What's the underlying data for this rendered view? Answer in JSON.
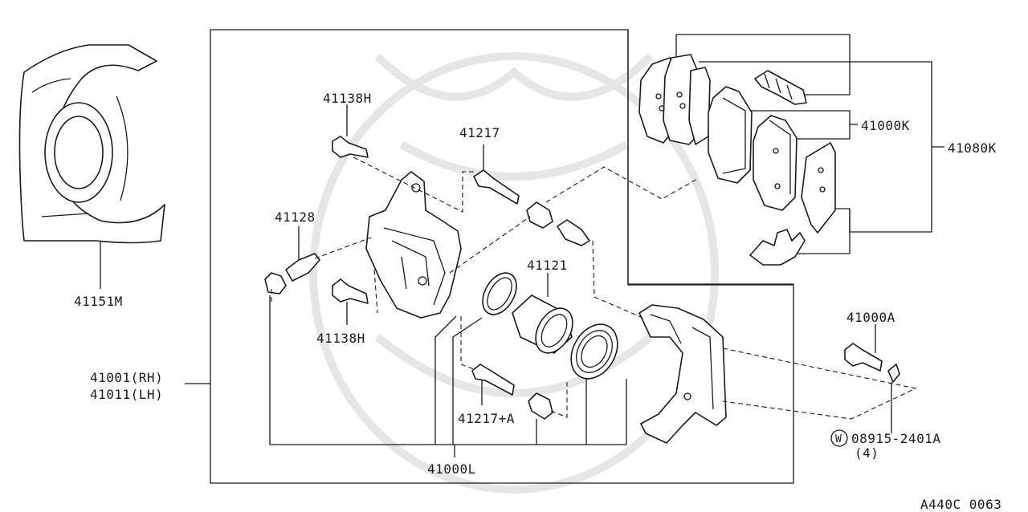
{
  "diagram_code": "A440C 0063",
  "labels": {
    "p41138H_top": "41138H",
    "p41217": "41217",
    "p41128": "41128",
    "p41121": "41121",
    "p41138H_bottom": "41138H",
    "p41217A": "41217+A",
    "p41000L": "41000L",
    "p41151M": "41151M",
    "p41001RH": "41001(RH)",
    "p41011LH": "41011(LH)",
    "p41000K": "41000K",
    "p41080K": "41080K",
    "p41000A": "41000A",
    "washer_symbol": "W",
    "p08915": "08915-2401A",
    "qty_4": "(4)"
  },
  "colors": {
    "ink": "#1a1a1a",
    "watermark": "#e6e6e6",
    "background": "#ffffff"
  }
}
